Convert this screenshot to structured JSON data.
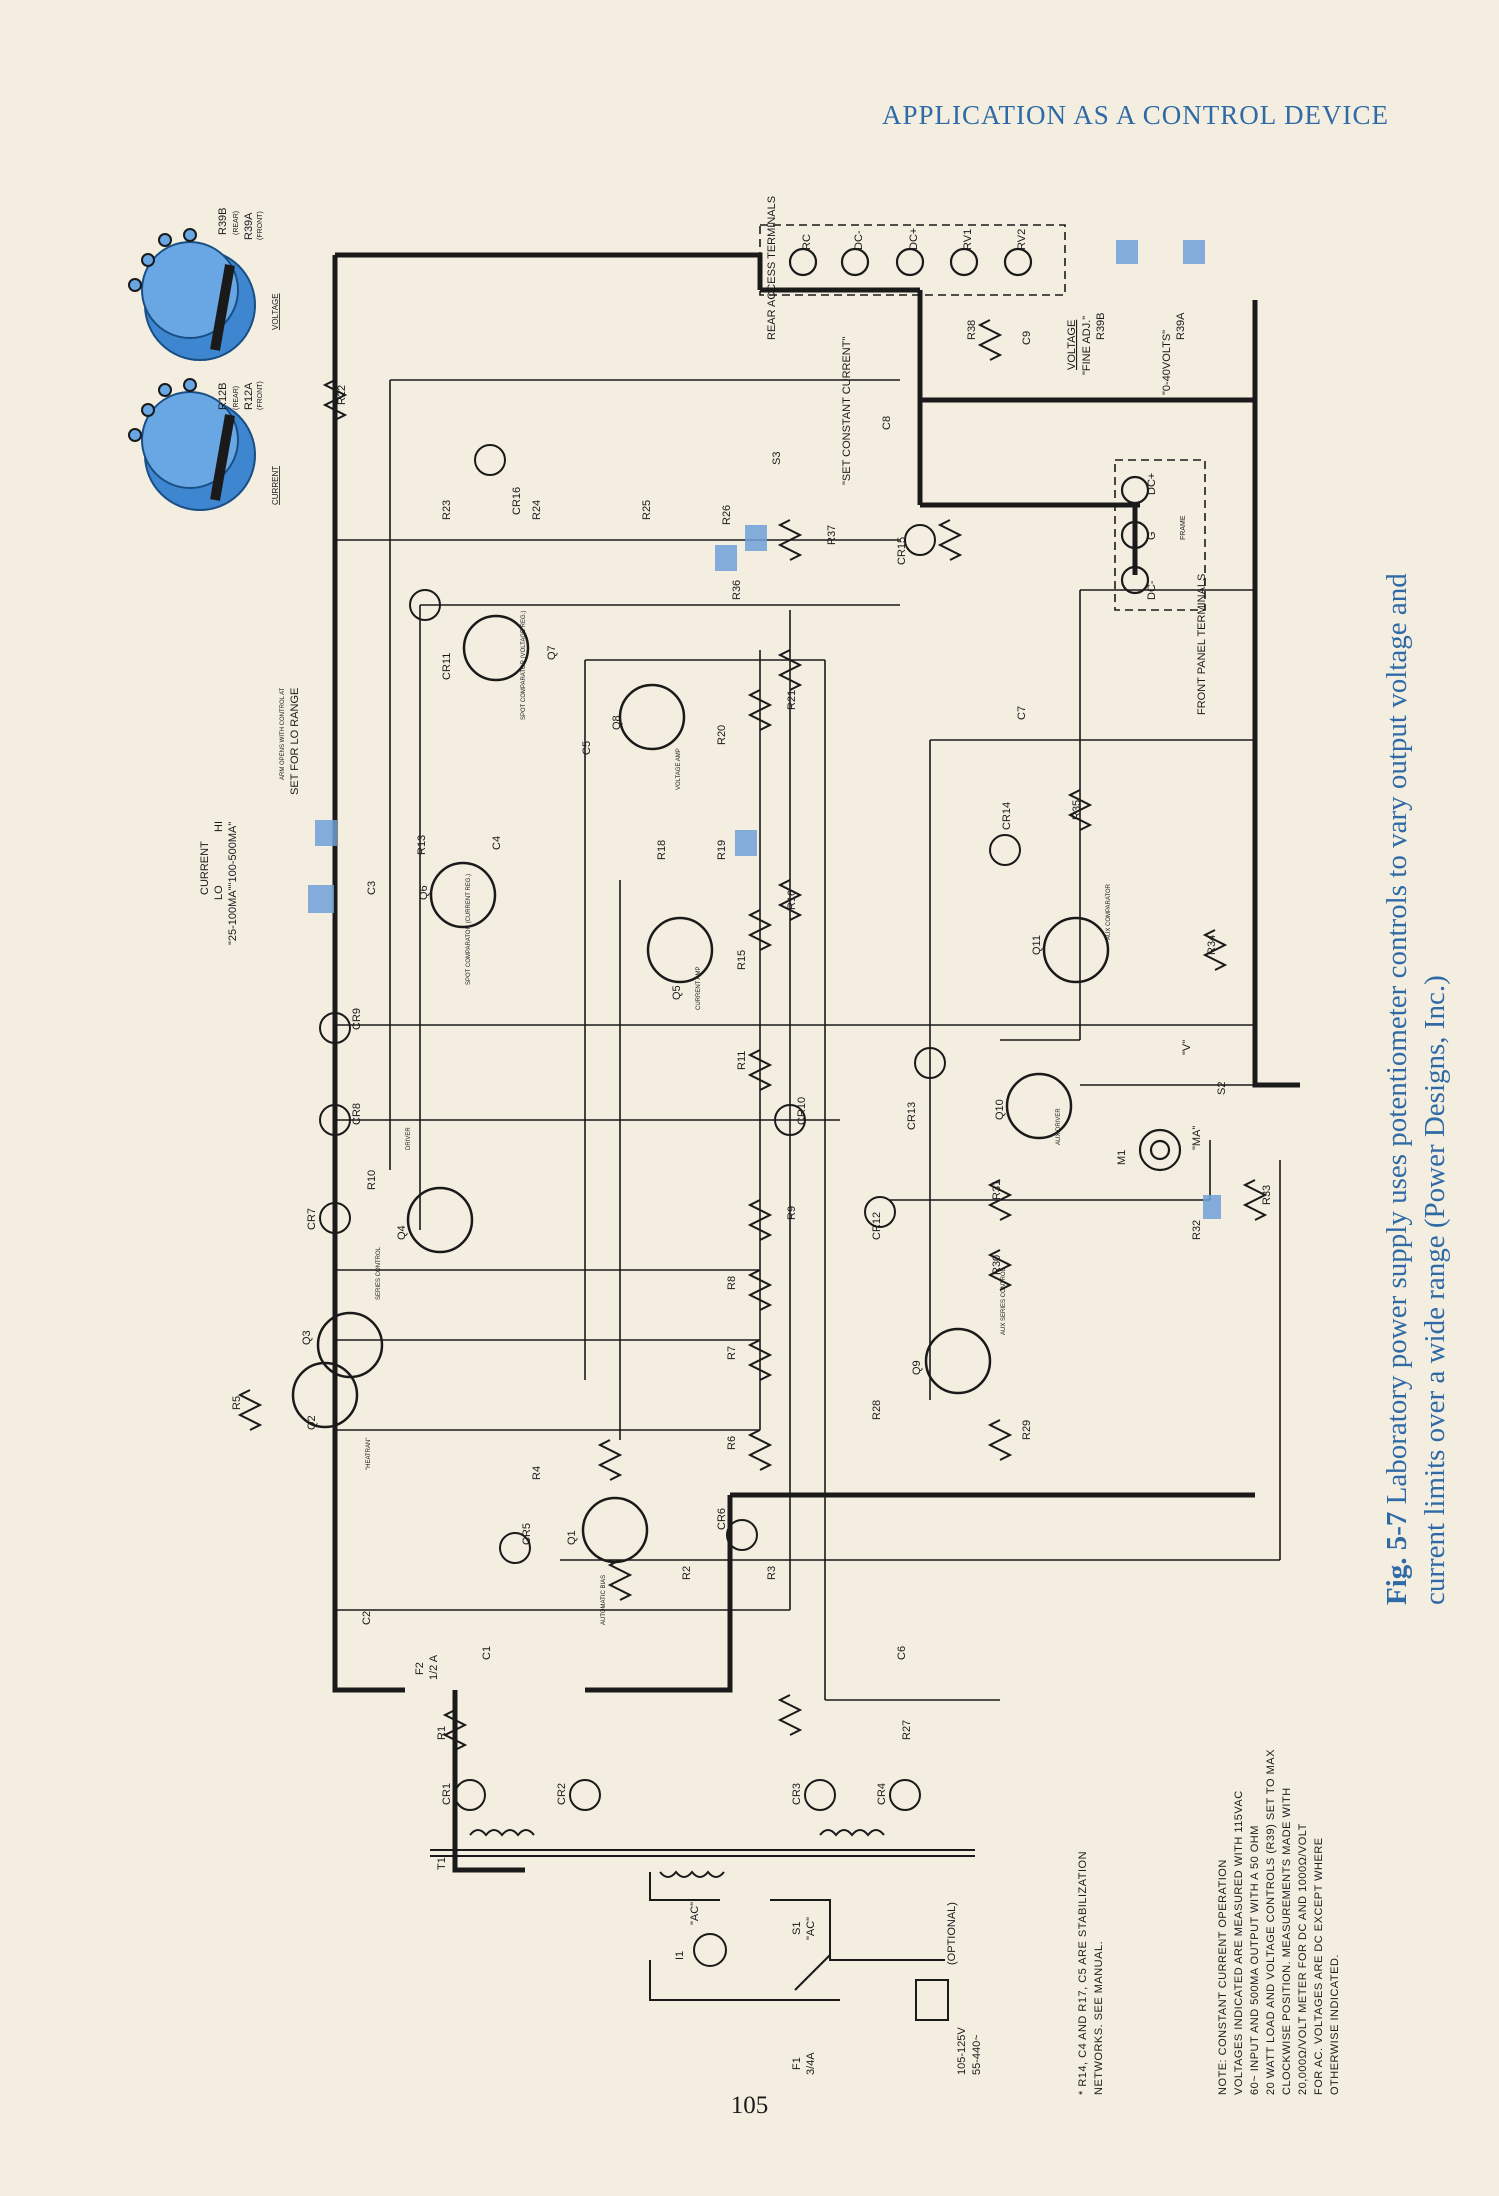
{
  "running_head": "APPLICATION AS A CONTROL DEVICE",
  "page_number": "105",
  "caption": {
    "figure": "Fig. 5-7",
    "text": "Laboratory power supply uses potentiometer controls to vary output voltage and current limits over a wide range (Power Designs, Inc.)"
  },
  "colors": {
    "accent": "#2f6aa6",
    "highlight": "#6fa0d8",
    "line": "#1a1a1a",
    "paper": "#f3eee0"
  },
  "knobs": [
    {
      "id": "current",
      "rear": "R12B",
      "rear_sub": "(REAR)",
      "front": "R12A",
      "front_sub": "(FRONT)",
      "title": "CURRENT"
    },
    {
      "id": "voltage",
      "rear": "R39B",
      "rear_sub": "(REAR)",
      "front": "R39A",
      "front_sub": "(FRONT)",
      "title": "VOLTAGE"
    }
  ],
  "current_switch": {
    "title": "CURRENT",
    "lo": "LO",
    "hi": "HI",
    "ranges": "\"25-100MA\"\"100-500MA\"",
    "note": "SET FOR LO RANGE",
    "note2": "ARM OPENS WITH CONTROL AT"
  },
  "rear_terminals": {
    "label": "REAR ACCESS TERMINALS",
    "terms": [
      "RC",
      "DC-",
      "DC+",
      "RV1",
      "RV2"
    ]
  },
  "front_terminals": {
    "label": "FRONT PANEL TERMINALS",
    "terms": [
      "DC-",
      "G",
      "DC+"
    ],
    "frame": "FRAME"
  },
  "voltage_controls": {
    "title": "VOLTAGE",
    "fine": "\"FINE ADJ.\"",
    "fine_ref": "R39B",
    "coarse": "\"0-40VOLTS\"",
    "coarse_ref": "R39A"
  },
  "set_constant_current": {
    "ref": "S3",
    "label": "\"SET CONSTANT CURRENT\""
  },
  "meter": {
    "ref": "M1",
    "ma": "\"MA\"",
    "v": "\"V\"",
    "switch": "S2"
  },
  "input": {
    "fuse": "F1",
    "fuse_rating": "3/4A",
    "lamp": "I1",
    "lamp_label": "\"AC\"",
    "switch": "S1",
    "switch_label": "\"AC\"",
    "transformer": "T1",
    "voltage1": "105-125V",
    "voltage2": "55-440~",
    "optional": "(OPTIONAL)"
  },
  "resistors": [
    "R1",
    "R2",
    "R3",
    "R4",
    "R5",
    "R6",
    "R7",
    "R8",
    "R9",
    "R10",
    "R11",
    "R13",
    "R15",
    "R16",
    "R18",
    "R19",
    "R20",
    "R21",
    "R22",
    "R23",
    "R24",
    "R25",
    "R26",
    "R27",
    "R28",
    "R29",
    "R30",
    "R31",
    "R32",
    "R33",
    "R34",
    "R35",
    "R36",
    "R37",
    "R38"
  ],
  "capacitors": [
    "C1",
    "C2",
    "C3",
    "C4",
    "C5",
    "C6",
    "C7",
    "C8",
    "C9"
  ],
  "diodes": [
    "CR1",
    "CR2",
    "CR3",
    "CR4",
    "CR5",
    "CR6",
    "CR7",
    "CR8",
    "CR9",
    "CR10",
    "CR11",
    "CR12",
    "CR13",
    "CR14",
    "CR15",
    "CR16"
  ],
  "transistors": [
    {
      "ref": "Q1",
      "role": "AUTOMATIC BIAS"
    },
    {
      "ref": "Q2",
      "role": "\"HEATRAN\""
    },
    {
      "ref": "Q3",
      "role": "SERIES CONTROL"
    },
    {
      "ref": "Q4",
      "role": "DRIVER"
    },
    {
      "ref": "Q5",
      "role": "CURRENT AMP"
    },
    {
      "ref": "Q6",
      "role": "SPOT COMPARATOR (CURRENT REG.)"
    },
    {
      "ref": "Q7",
      "role": "SPOT COMPARATOR (VOLTAGE REG.)"
    },
    {
      "ref": "Q8",
      "role": "VOLTAGE AMP"
    },
    {
      "ref": "Q9",
      "role": "AUX SERIES CONTROL"
    },
    {
      "ref": "Q10",
      "role": "AUX DRIVER"
    },
    {
      "ref": "Q11",
      "role": "AUX COMPARATOR"
    }
  ],
  "fuse2": {
    "ref": "F2",
    "rating": "1/2 A"
  },
  "notes": {
    "title": "NOTE: CONSTANT CURRENT OPERATION",
    "lines": [
      "VOLTAGES INDICATED ARE MEASURED WITH 115VAC",
      "60~ INPUT AND 500MA OUTPUT WITH A 50 OHM",
      "20 WATT LOAD AND VOLTAGE CONTROLS (R39) SET TO MAX",
      "CLOCKWISE POSITION. MEASUREMENTS MADE WITH",
      "20,000Ω/VOLT METER FOR DC AND 1000Ω/VOLT",
      "FOR AC. VOLTAGES ARE DC EXCEPT WHERE",
      "OTHERWISE INDICATED."
    ]
  },
  "footnote": {
    "lines": [
      "* R14, C4 AND R17, C5 ARE STABILIZATION",
      "NETWORKS. SEE MANUAL."
    ]
  }
}
